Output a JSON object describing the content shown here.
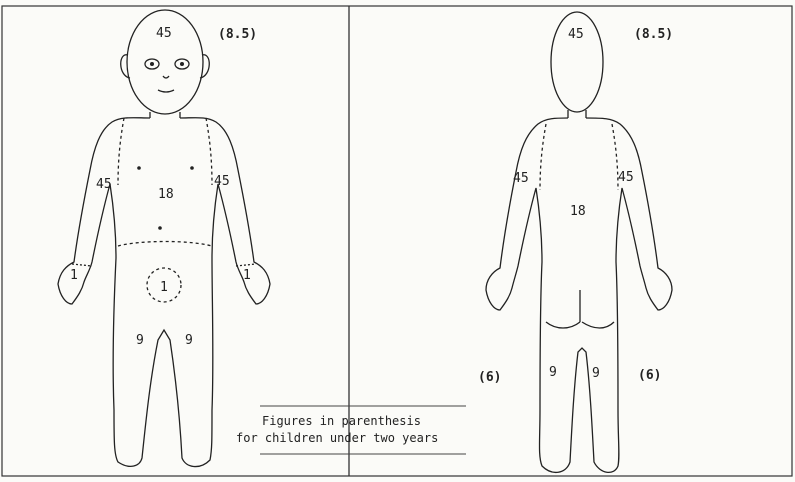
{
  "front": {
    "head": "45",
    "head_child": "(8.5)",
    "arm_left": "45",
    "arm_right": "45",
    "trunk": "18",
    "genitals": "1",
    "hand_left": "1",
    "hand_right": "1",
    "leg_left": "9",
    "leg_right": "9"
  },
  "back": {
    "head": "45",
    "head_child": "(8.5)",
    "arm_left": "45",
    "arm_right": "45",
    "trunk": "18",
    "leg_left": "9",
    "leg_right": "9",
    "leg_child_left": "(6)",
    "leg_child_right": "(6)"
  },
  "note": {
    "line1": "Figures in parenthesis",
    "line2": "for children under two years"
  },
  "colors": {
    "ink": "#222222",
    "paper": "#fbfbf8"
  }
}
